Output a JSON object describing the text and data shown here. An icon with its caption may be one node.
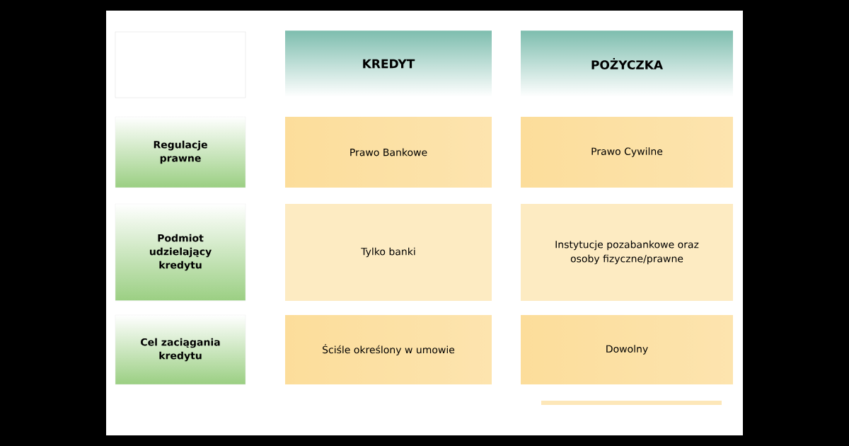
{
  "diagram": {
    "nodes": [
      {
        "text": [],
        "shape": "box"
      },
      {
        "text": [
          "KREDYT"
        ]
      },
      {
        "text": [
          "POŻYCZKA"
        ]
      },
      {
        "text": [
          "Regulacje prawne"
        ]
      },
      {
        "text": [
          "Prawo Bankowe"
        ]
      },
      {
        "text": [
          "Prawo Cywilne"
        ]
      },
      {
        "text": [
          "Podmiot udzielający kredytu"
        ]
      },
      {
        "text": [
          "Tylko banki"
        ]
      },
      {
        "text": [
          "Instytucje pozabankowe oraz osoby fizyczne/prawne"
        ]
      },
      {
        "text": [
          "Cel zaciągania kredytu"
        ]
      },
      {
        "text": [
          "Ściśle określony w umowie"
        ]
      },
      {
        "text": [
          "Dowolny"
        ]
      }
    ]
  }
}
